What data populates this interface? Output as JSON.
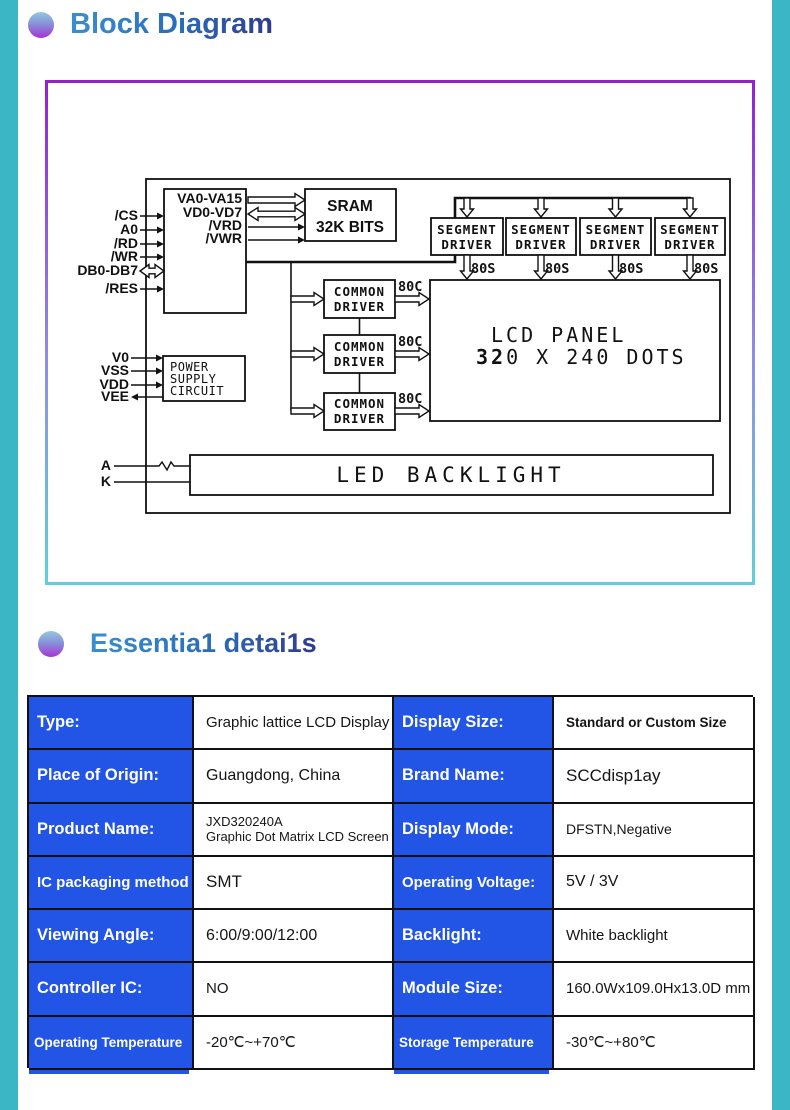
{
  "colors": {
    "page_accent_teal": "#3bb6c4",
    "table_label_blue": "#2254e6",
    "heading_blue": "#2b72ba",
    "heading_navy": "#31398f",
    "bullet_purple": "#a733d6",
    "frame_border_purple": "#941fd6",
    "frame_border_teal": "#5fd0d8"
  },
  "headings": {
    "block_diagram": "Block Diagram",
    "essential_details": "Essentia1 detai1s"
  },
  "diagram": {
    "controller_pins": [
      "VA0-VA15",
      "VD0-VD7",
      "/VRD",
      "/VWR"
    ],
    "bus_signals": [
      "/CS",
      "A0",
      "/RD",
      "/WR",
      "DB0-DB7",
      "/RES"
    ],
    "sram": {
      "l1": "SRAM",
      "l2": "32K BITS"
    },
    "segment_driver": {
      "l1": "SEGMENT",
      "l2": "DRIVER"
    },
    "segment_out": "80S",
    "common_driver": {
      "l1": "COMMON",
      "l2": "DRIVER"
    },
    "common_out": "80C",
    "lcd": {
      "l1": "LCD PANEL",
      "l2_bold": "32",
      "l2_rest": "0 X 240 DOTS"
    },
    "power": {
      "l1": "POWER",
      "l2": "SUPPLY",
      "l3": "CIRCUIT"
    },
    "power_pins": [
      "V0",
      "VSS",
      "VDD",
      "VEE"
    ],
    "backlight": {
      "label": "LED BACKLIGHT",
      "pin_a": "A",
      "pin_k": "K"
    }
  },
  "table": {
    "rows": [
      {
        "label_l": "Type:",
        "value_l": "Graphic lattice LCD Display",
        "label_r": "Display Size:",
        "value_r": "Standard or Custom Size"
      },
      {
        "label_l": "Place of Origin:",
        "value_l": "Guangdong, China",
        "label_r": "Brand Name:",
        "value_r": "SCCdisp1ay"
      },
      {
        "label_l": "Product Name:",
        "value_l": "JXD320240A",
        "value_l2": "Graphic Dot Matrix LCD Screen",
        "label_r": "Display Mode:",
        "value_r": "DFSTN,Negative"
      },
      {
        "label_l": "IC packaging method",
        "value_l": "SMT",
        "label_r": "Operating Voltage:",
        "value_r": "5V / 3V"
      },
      {
        "label_l": "Viewing Angle:",
        "value_l": "6:00/9:00/12:00",
        "label_r": "Backlight:",
        "value_r": "White backlight"
      },
      {
        "label_l": "Controller IC:",
        "value_l": "NO",
        "label_r": "Module Size:",
        "value_r": "160.0Wx109.0Hx13.0D mm"
      },
      {
        "label_l": "Operating Temperature",
        "value_l": "-20℃~+70℃",
        "label_r": "Storage Temperature",
        "value_r": "-30℃~+80℃"
      }
    ]
  }
}
